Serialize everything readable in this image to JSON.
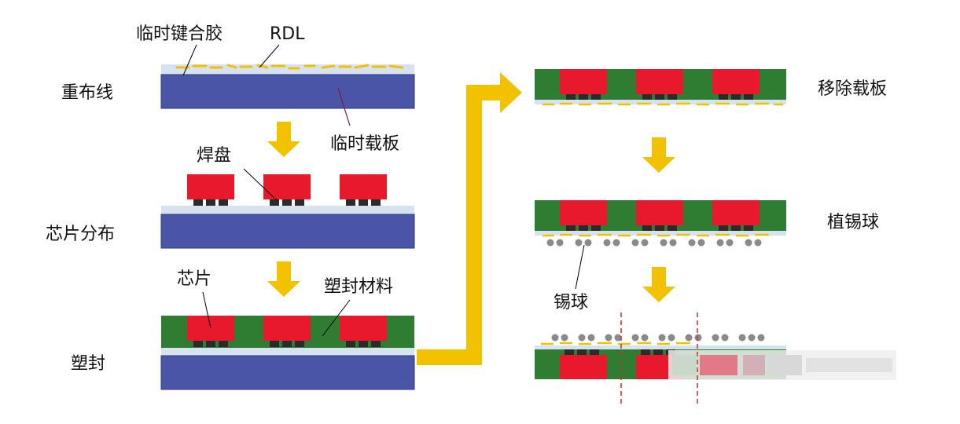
{
  "left_column": {
    "rdl": {
      "step_label": "重布线",
      "callout_bond": "临时键合胶",
      "callout_rdl": "RDL",
      "callout_carrier": "临时载板"
    },
    "chip_place": {
      "step_label": "芯片分布",
      "callout_pad": "焊盘"
    },
    "mold": {
      "step_label": "塑封",
      "callout_chip": "芯片",
      "callout_compound": "塑封材料"
    }
  },
  "right_column": {
    "remove": {
      "step_label": "移除载板"
    },
    "ball": {
      "step_label": "植锡球",
      "callout_ball": "锡球"
    }
  },
  "colors": {
    "carrier": "#4a55a7",
    "carrier_border": "#2e3a80",
    "thin_layer": "#d6e2ef",
    "chip": "#e8192c",
    "mold": "#2e7d32",
    "pad": "#2b2b2b",
    "rdl": "#f2c200",
    "arrow": "#f2c200",
    "solder_ball": "#8a8a8a",
    "dicing_line": "#d22a2a"
  }
}
